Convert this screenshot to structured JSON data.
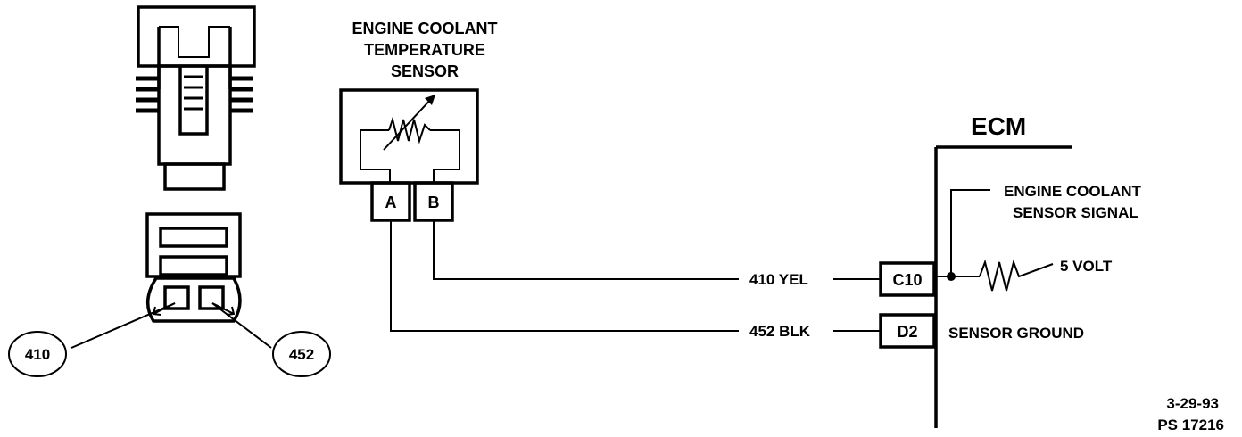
{
  "sensor": {
    "title_line1": "ENGINE COOLANT",
    "title_line2": "TEMPERATURE",
    "title_line3": "SENSOR",
    "pin_a": "A",
    "pin_b": "B"
  },
  "connector_callouts": {
    "left": "410",
    "right": "452"
  },
  "wires": {
    "signal": "410  YEL",
    "ground": "452  BLK"
  },
  "ecm": {
    "title": "ECM",
    "pin_c10": "C10",
    "pin_d2": "D2",
    "signal_label_line1": "ENGINE COOLANT",
    "signal_label_line2": "SENSOR SIGNAL",
    "volt_label": "5 VOLT",
    "ground_label": "SENSOR GROUND"
  },
  "footer": {
    "date": "3-29-93",
    "ref": "PS 17216"
  }
}
